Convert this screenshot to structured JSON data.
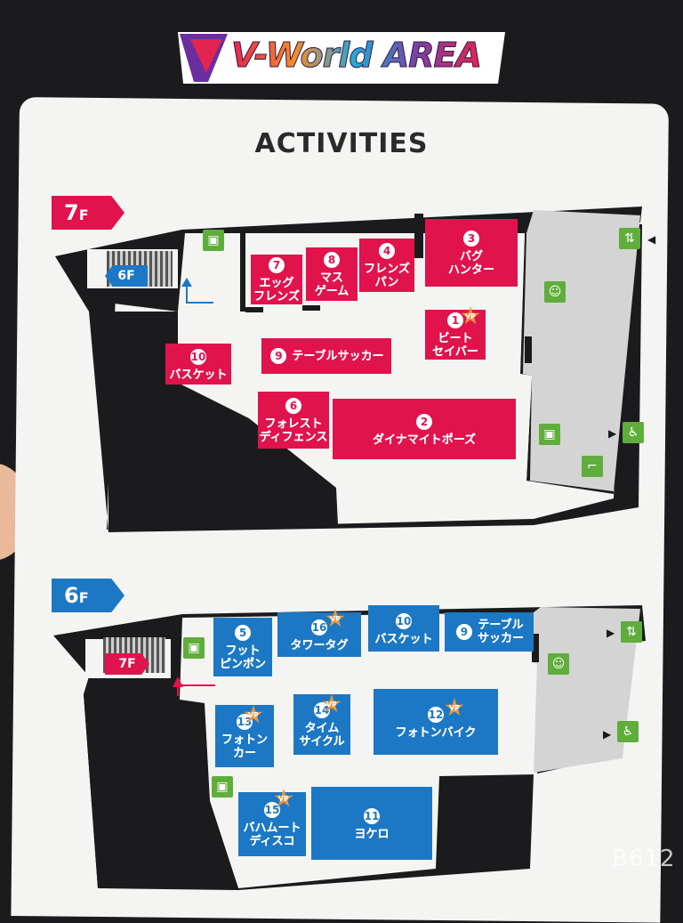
{
  "logo": {
    "text": "V-World AREA"
  },
  "title": "ACTIVITIES",
  "floor7": {
    "tag": "7",
    "tag_suffix": "F",
    "stair_label": "6F",
    "zones": [
      {
        "num": "7",
        "label": "エッグ\nフレンズ",
        "vr": false
      },
      {
        "num": "8",
        "label": "マス\nゲーム",
        "vr": false
      },
      {
        "num": "4",
        "label": "フレンズ\nパン",
        "vr": false
      },
      {
        "num": "3",
        "label": "バグ\nハンター",
        "vr": false
      },
      {
        "num": "1",
        "label": "ビート\nセイバー",
        "vr": true
      },
      {
        "num": "9",
        "label": "テーブルサッカー",
        "vr": false
      },
      {
        "num": "10",
        "label": "バスケット",
        "vr": false
      },
      {
        "num": "6",
        "label": "フォレスト\nディフェンス",
        "vr": false
      },
      {
        "num": "2",
        "label": "ダイナマイトポーズ",
        "vr": false
      }
    ]
  },
  "floor6": {
    "tag": "6",
    "tag_suffix": "F",
    "stair_label": "7F",
    "zones": [
      {
        "num": "5",
        "label": "フット\nピンポン",
        "vr": false
      },
      {
        "num": "16",
        "label": "タワータグ",
        "vr": true
      },
      {
        "num": "10",
        "label": "バスケット",
        "vr": false
      },
      {
        "num": "9",
        "label": "テーブル\nサッカー",
        "vr": false
      },
      {
        "num": "13",
        "label": "フォトン\nカー",
        "vr": true
      },
      {
        "num": "14",
        "label": "タイム\nサイクル",
        "vr": true
      },
      {
        "num": "12",
        "label": "フォトンバイク",
        "vr": true
      },
      {
        "num": "15",
        "label": "バハムート\nディスコ",
        "vr": true
      },
      {
        "num": "11",
        "label": "ヨケロ",
        "vr": false
      }
    ]
  },
  "vr_badge": "VR",
  "watermark": "B612",
  "colors": {
    "red": "#e0134d",
    "blue": "#1c78c4",
    "green": "#5fae3c",
    "orange": "#f0963a",
    "wall": "#1b1b1d"
  },
  "icons": [
    "escalator-icon",
    "vending-machine-icon",
    "elevator-icon",
    "restroom-icon",
    "customer-service-icon",
    "stairs-icon"
  ]
}
